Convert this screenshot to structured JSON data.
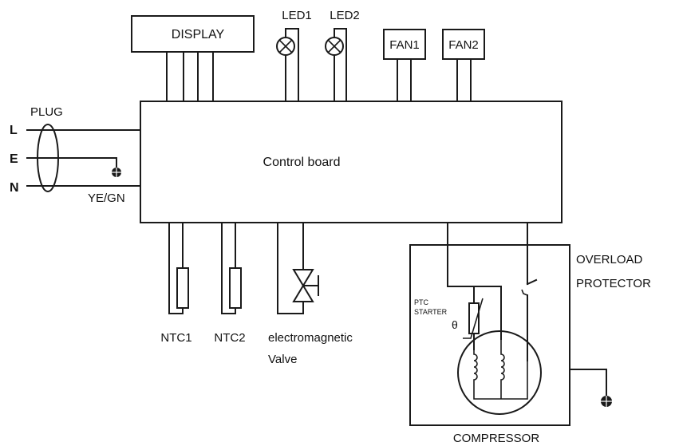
{
  "labels": {
    "display": "DISPLAY",
    "led1": "LED1",
    "led2": "LED2",
    "fan1": "FAN1",
    "fan2": "FAN2",
    "plug": "PLUG",
    "line": "L",
    "earth": "E",
    "neutral": "N",
    "ye_gn": "YE/GN",
    "control_board": "Control board",
    "ntc1": "NTC1",
    "ntc2": "NTC2",
    "valve_line1": "electromagnetic",
    "valve_line2": "Valve",
    "overload_line1": "OVERLOAD",
    "overload_line2": "PROTECTOR",
    "ptc_line1": "PTC",
    "ptc_line2": "STARTER",
    "theta": "θ",
    "compressor": "COMPRESSOR"
  }
}
